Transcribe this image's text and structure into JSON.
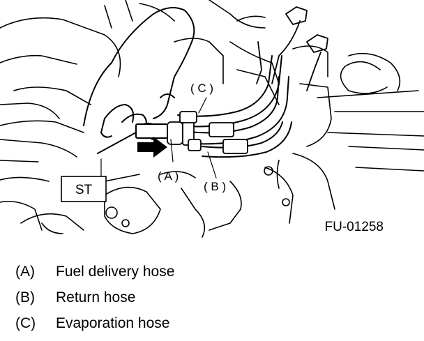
{
  "figure": {
    "id_label": "FU-01258",
    "tool_label": "ST",
    "callouts": {
      "a": "( A )",
      "b": "( B )",
      "c": "( C )"
    }
  },
  "legend": [
    {
      "key": "(A)",
      "text": "Fuel delivery hose"
    },
    {
      "key": "(B)",
      "text": "Return hose"
    },
    {
      "key": "(C)",
      "text": "Evaporation hose"
    }
  ]
}
